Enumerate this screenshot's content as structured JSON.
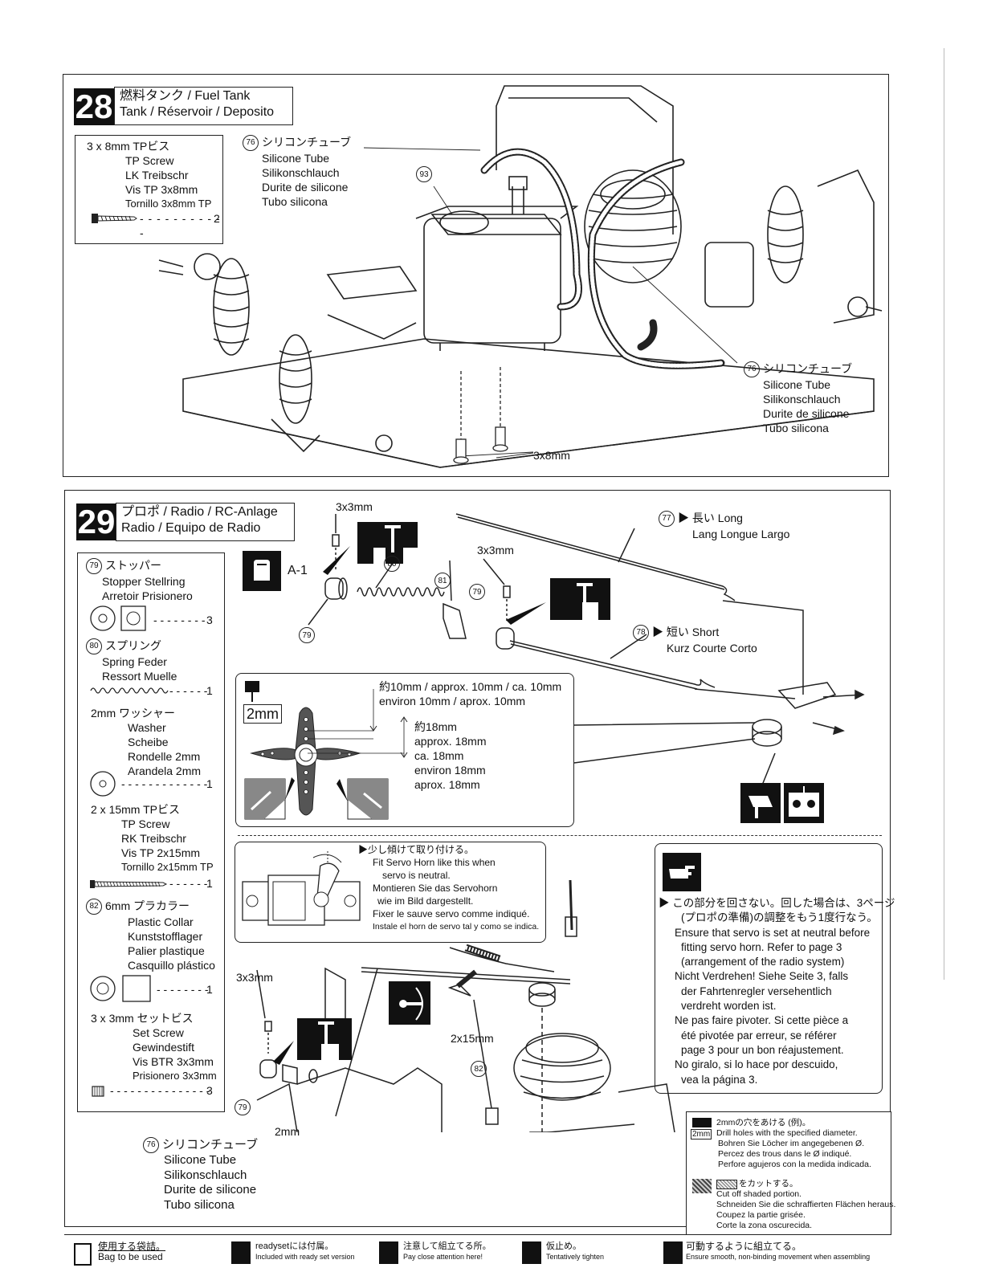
{
  "steps": {
    "s28": {
      "number": "28",
      "title_line1": "燃料タンク / Fuel Tank",
      "title_line2": "Tank / Réservoir / Deposito",
      "parts": {
        "screw_lines": [
          "3 x 8mm TPビス",
          "TP Screw",
          "LK Treibschr",
          "Vis TP 3x8mm",
          "Tornillo 3x8mm TP"
        ],
        "screw_qty": "2"
      },
      "callouts": {
        "tube_top_num": "76",
        "tube_top_lines": [
          "シリコンチューブ",
          "Silicone Tube",
          "Silikonschlauch",
          "Durite de silicone",
          "Tubo silicona"
        ],
        "tank_num": "93",
        "tube_bottom_num": "76",
        "tube_bottom_lines": [
          "シリコンチューブ",
          "Silicone Tube",
          "Silikonschlauch",
          "Durite de silicone",
          "Tubo silicona"
        ],
        "screw_label": "3x8mm"
      }
    },
    "s29": {
      "number": "29",
      "title_line1": "プロポ / Radio / RC-Anlage",
      "title_line2": "Radio / Equipo de Radio",
      "parts": {
        "stopper_num": "79",
        "stopper_lines": [
          "ストッパー",
          "Stopper   Stellring",
          "Arretoir   Prisionero"
        ],
        "stopper_qty": "3",
        "spring_num": "80",
        "spring_lines": [
          "スプリング",
          "Spring   Feder",
          "Ressort   Muelle"
        ],
        "spring_qty": "1",
        "washer_lines": [
          "2mm  ワッシャー",
          "Washer",
          "Scheibe",
          "Rondelle 2mm",
          "Arandela 2mm"
        ],
        "washer_qty": "1",
        "screw_lines": [
          "2 x 15mm  TPビス",
          "TP Screw",
          "RK Treibschr",
          "Vis TP 2x15mm",
          "Tornillo 2x15mm TP"
        ],
        "screw_qty": "1",
        "collar_num": "82",
        "collar_lines": [
          "6mm  プラカラー",
          "Plastic Collar",
          "Kunststofflager",
          "Palier plastique",
          "Casquillo plástico"
        ],
        "collar_qty": "1",
        "setscrew_lines": [
          "3 x 3mm  セットビス",
          "Set Screw",
          "Gewindestift",
          "Vis BTR 3x3mm",
          "Prisionero 3x3mm"
        ],
        "setscrew_qty": "3"
      },
      "labels": {
        "a1": "A-1",
        "size_3x3_a": "3x3mm",
        "size_3x3_b": "3x3mm",
        "size_3x3_c": "3x3mm",
        "n80": "80",
        "n81": "81",
        "n79a": "79",
        "n79b": "79",
        "n79c": "79",
        "long_num": "77",
        "long_line1": "長い   Long",
        "long_line2": "Lang   Longue   Largo",
        "short_num": "78",
        "short_line1": "短い   Short",
        "short_line2": "Kurz   Courte   Corto",
        "drill": "2mm",
        "dist10_line1": "約10mm  / approx. 10mm / ca. 10mm",
        "dist10_line2": "environ 10mm / aprox. 10mm",
        "dist18_lines": [
          "約18mm",
          "approx. 18mm",
          "ca. 18mm",
          "environ 18mm",
          "aprox. 18mm"
        ],
        "fit_lines": [
          "少し傾けて取り付ける。",
          "Fit Servo Horn like this when",
          "servo is neutral.",
          "Montieren Sie das Servohorn",
          "wie im Bild dargestellt.",
          "Fixer le sauve servo comme indiqué.",
          "Instale el horn de servo tal y como se indica."
        ],
        "screw_2x15": "2x15mm",
        "n82": "82",
        "washer_2mm": "2mm",
        "tube_num": "76",
        "tube_lines": [
          "シリコンチューブ",
          "Silicone Tube",
          "Silikonschlauch",
          "Durite de silicone",
          "Tubo silicona"
        ]
      },
      "note": {
        "lines": [
          "この部分を回さない。回した場合は、3ページ",
          "(プロポの準備)の調整をもう1度行なう。",
          "Ensure that servo is set at neutral before",
          "fitting servo horn. Refer to page 3",
          "(arrangement of the radio system)",
          "Nicht Verdrehen! Siehe Seite 3, falls",
          "der Fahrtenregler versehentlich",
          "verdreht worden ist.",
          "Ne pas faire pivoter. Si cette pièce a",
          "été pivotée par erreur, se référer",
          "page 3 pour un bon réajustement.",
          "No giralo, si lo hace por descuido,",
          "vea la página 3."
        ]
      }
    }
  },
  "legend": {
    "drill_icon": "2mm",
    "drill_lines": [
      "2mmの穴をあける (例)。",
      "Drill holes with the specified diameter.",
      "Bohren Sie Löcher im angegebenen Ø.",
      "Percez des trous dans le Ø indiqué.",
      "Perfore agujeros con la medida indicada."
    ],
    "cut_lines": [
      "をカットする。",
      "Cut off shaded portion.",
      "Schneiden Sie die schraffierten Flächen heraus.",
      "Coupez la partie grisée.",
      "Corte la zona oscurecida."
    ]
  },
  "footer": {
    "bag": "使用する袋詰。",
    "bag_en": "Bag to be used",
    "readyset": "readysetには付属。",
    "readyset_en": "Included with ready set version",
    "attention": "注意して組立てる所。",
    "attention_en": "Pay close attention here!",
    "temp": "仮止め。",
    "temp_en": "Tentatively tighten",
    "movable": "可動するように組立てる。",
    "movable_en": "Ensure smooth, non-binding movement when assembling"
  }
}
